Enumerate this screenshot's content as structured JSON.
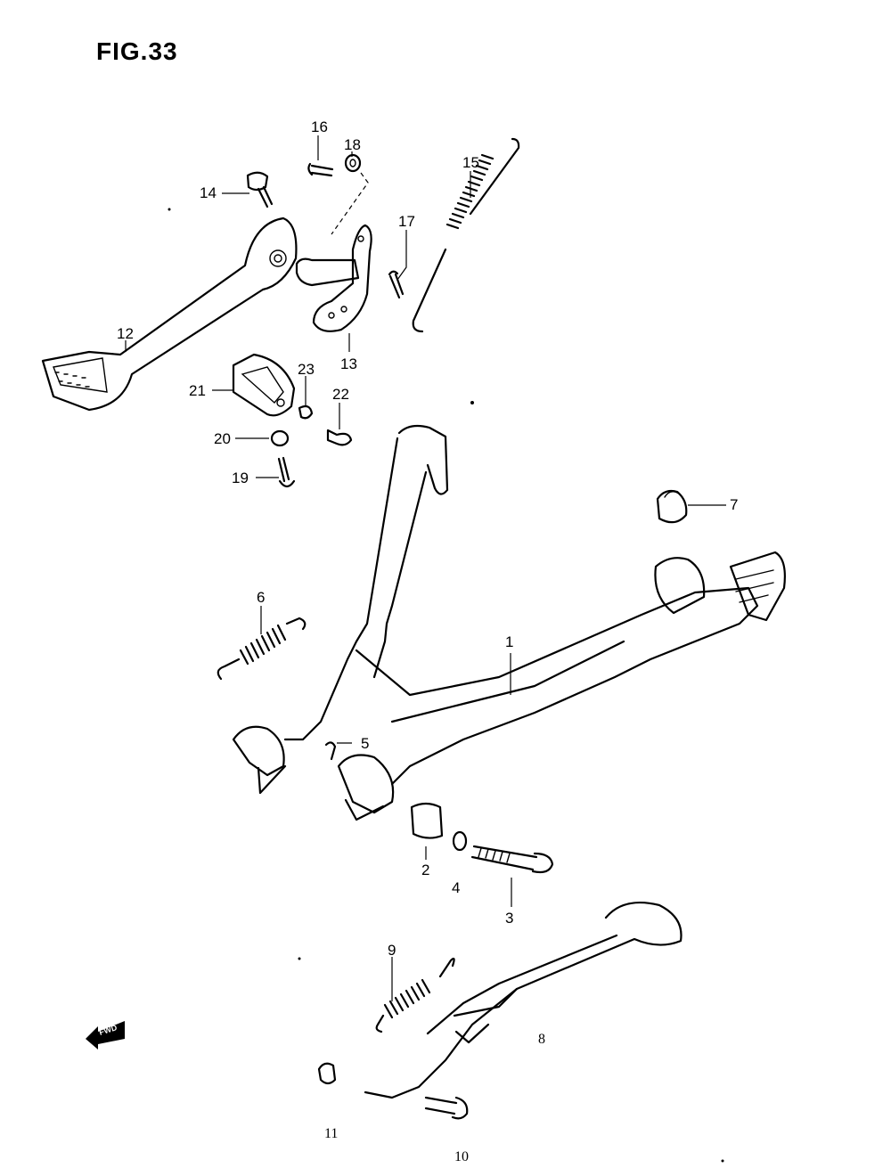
{
  "figure": {
    "title": "FIG.33"
  },
  "callouts": [
    {
      "id": "c1",
      "text": "1"
    },
    {
      "id": "c2",
      "text": "2"
    },
    {
      "id": "c3",
      "text": "3"
    },
    {
      "id": "c4",
      "text": "4"
    },
    {
      "id": "c5",
      "text": "5"
    },
    {
      "id": "c6",
      "text": "6"
    },
    {
      "id": "c7",
      "text": "7"
    },
    {
      "id": "c8",
      "text": "8"
    },
    {
      "id": "c9",
      "text": "9"
    },
    {
      "id": "c10",
      "text": "10"
    },
    {
      "id": "c11",
      "text": "11"
    },
    {
      "id": "c12",
      "text": "12"
    },
    {
      "id": "c13",
      "text": "13"
    },
    {
      "id": "c14",
      "text": "14"
    },
    {
      "id": "c15",
      "text": "15"
    },
    {
      "id": "c16",
      "text": "16"
    },
    {
      "id": "c17",
      "text": "17"
    },
    {
      "id": "c18",
      "text": "18"
    },
    {
      "id": "c19",
      "text": "19"
    },
    {
      "id": "c20",
      "text": "20"
    },
    {
      "id": "c21",
      "text": "21"
    },
    {
      "id": "c22",
      "text": "22"
    },
    {
      "id": "c23",
      "text": "23"
    }
  ],
  "direction_badge": {
    "text": "FWD",
    "icon": "forward-arrow-icon"
  }
}
